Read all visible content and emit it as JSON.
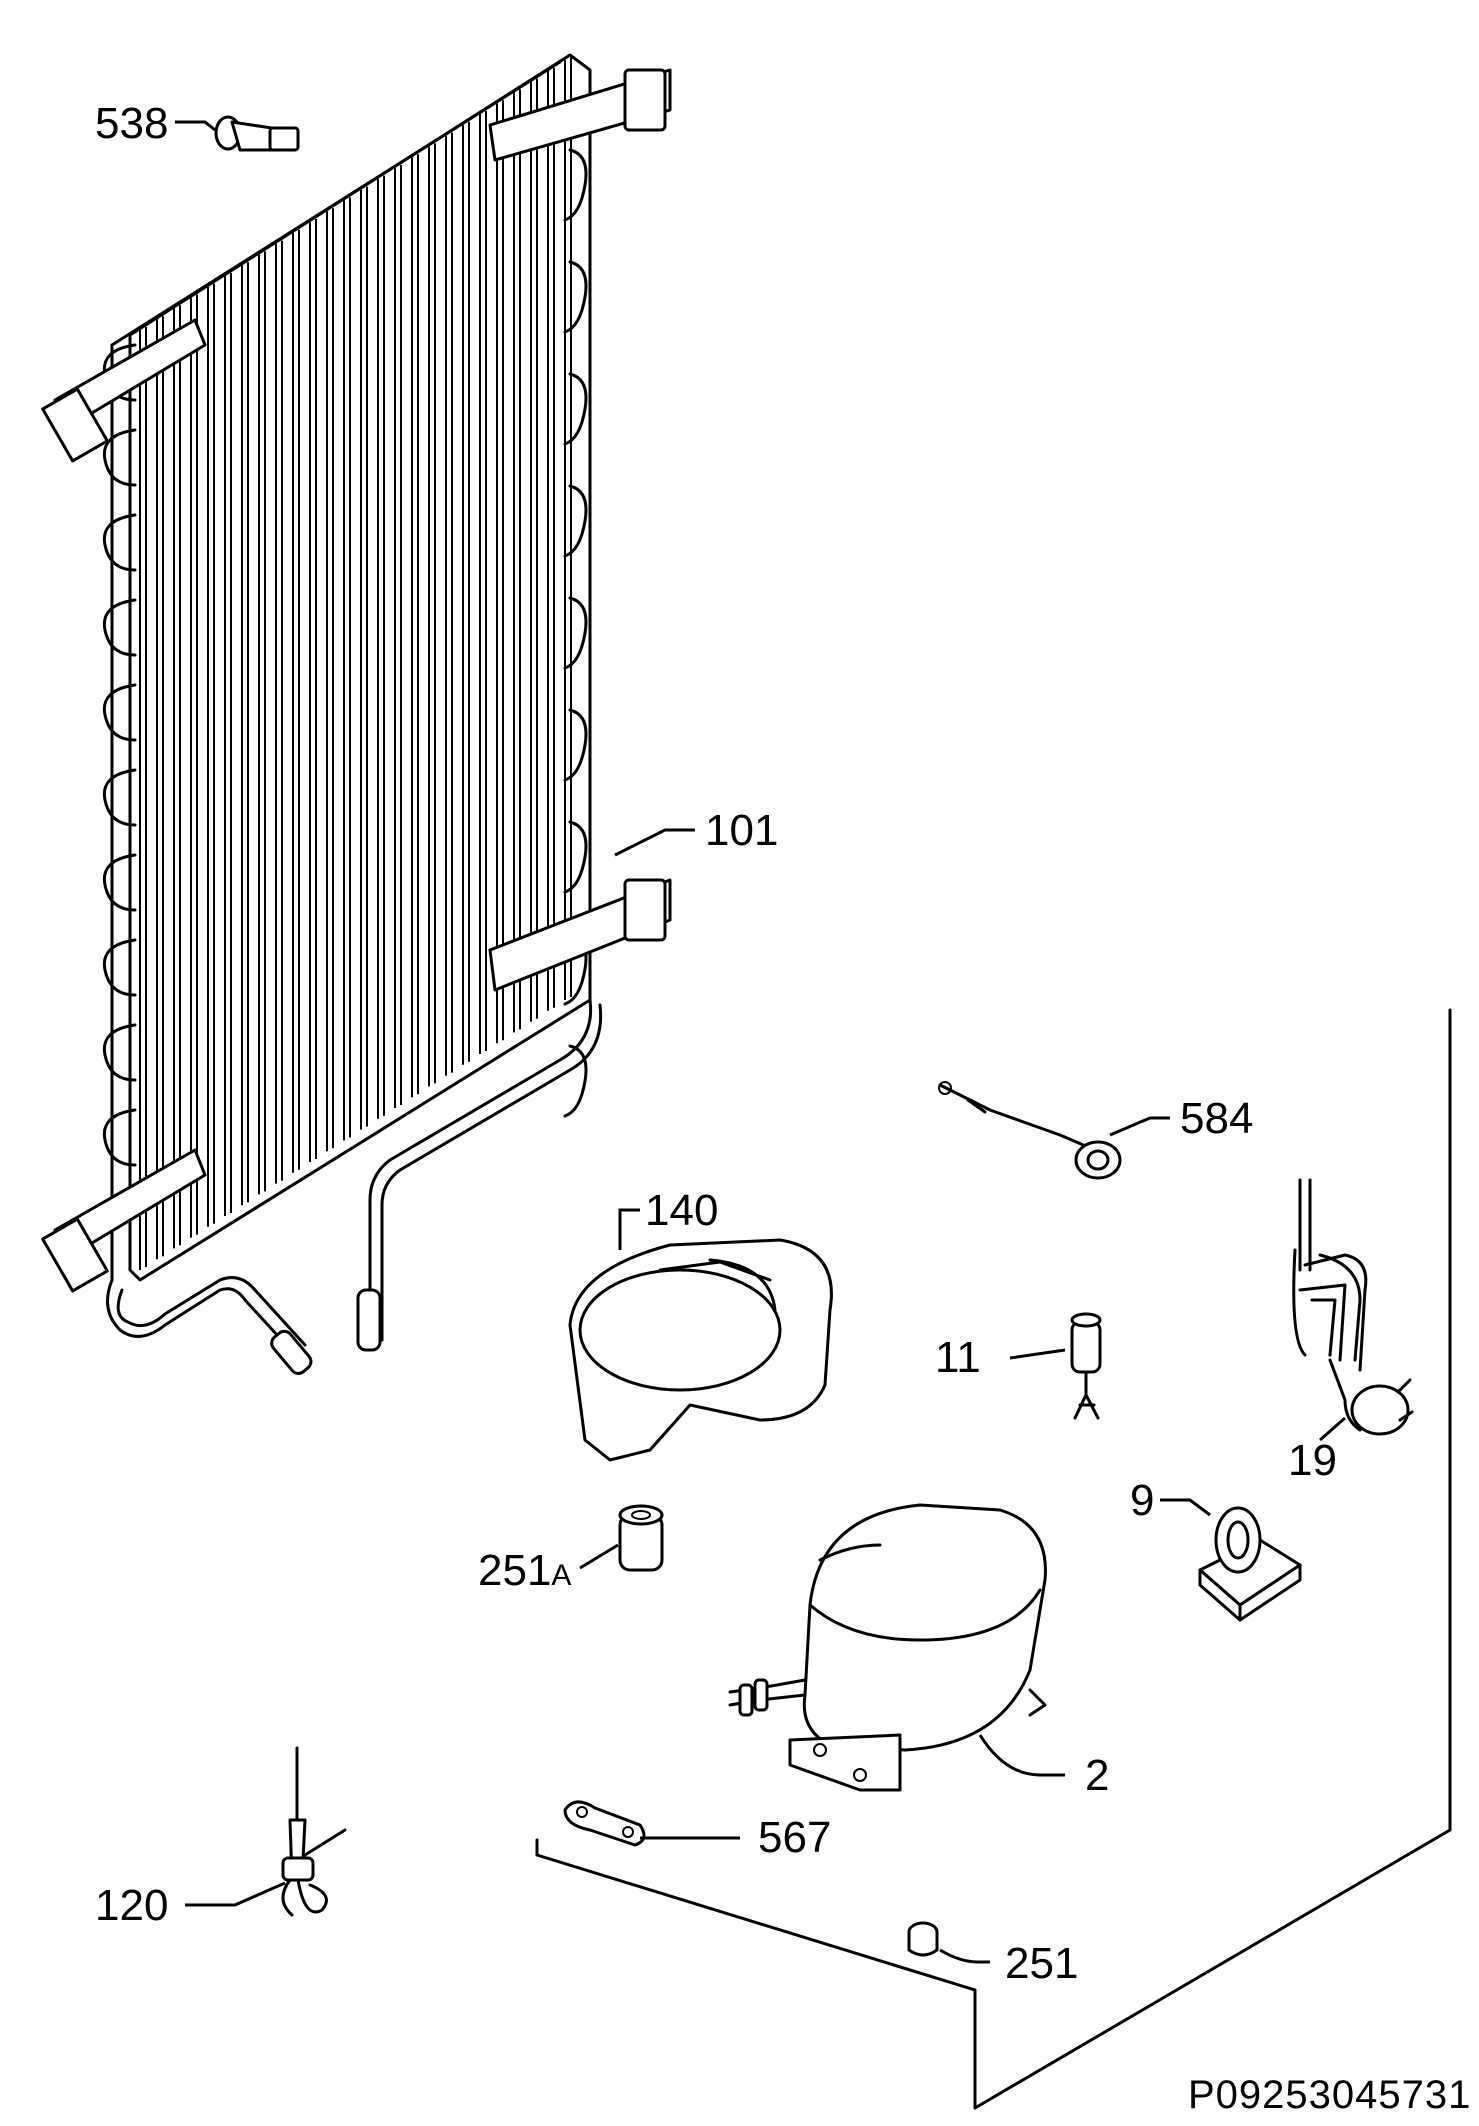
{
  "diagram": {
    "document_code": "P09253045731",
    "parts": [
      {
        "key": "condenser_grille_clip",
        "label": "538"
      },
      {
        "key": "condenser",
        "label": "101"
      },
      {
        "key": "thermostat_lead",
        "label": "584"
      },
      {
        "key": "drip_tray",
        "label": "140"
      },
      {
        "key": "relay_component",
        "label": "11"
      },
      {
        "key": "power_cord",
        "label": "19"
      },
      {
        "key": "terminal_cover",
        "label": "9"
      },
      {
        "key": "grommet_a",
        "label": "251",
        "suffix": "A"
      },
      {
        "key": "compressor",
        "label": "2"
      },
      {
        "key": "mounting_clip",
        "label": "567"
      },
      {
        "key": "filter_drier",
        "label": "120"
      },
      {
        "key": "grommet",
        "label": "251"
      }
    ]
  }
}
